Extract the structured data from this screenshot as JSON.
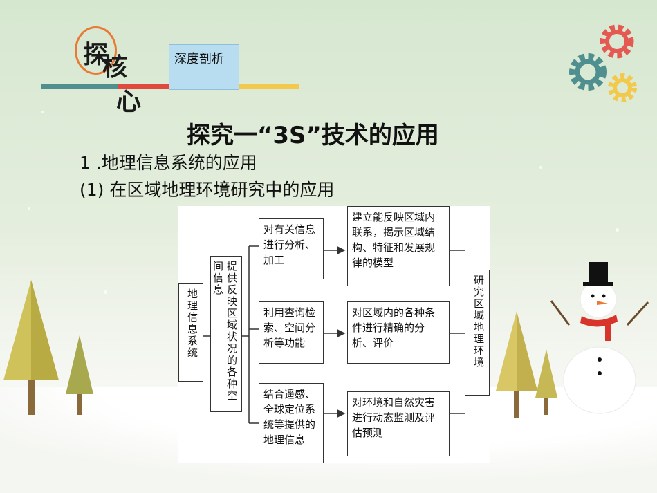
{
  "header": {
    "logo_chars": [
      "探",
      "核",
      "心"
    ],
    "subtitle": "深度剖析"
  },
  "title": "探究一“3S”技术的应用",
  "line1": "1 .地理信息系统的应用",
  "line2": "(1) 在区域地理环境研究中的应用",
  "diagram": {
    "gis": "地理信息系统",
    "provide": "提供反映区域状况的各种空间信息",
    "mid": [
      "对有关信息进行分析、加工",
      "利用查询检索、空间分析等功能",
      "结合遥感、全球定位系统等提供的地理信息"
    ],
    "right": [
      "建立能反映区域内联系，揭示区域结构、特征和发展规律的模型",
      "对区域内的各种条件进行精确的分析、评价",
      "对环境和自然灾害进行动态监测及评估预测"
    ],
    "result": "研究区域地理环境"
  },
  "colors": {
    "teal": "#4f8f8f",
    "red": "#e04a3c",
    "yellow": "#f2c94c",
    "orange": "#e87a33"
  }
}
